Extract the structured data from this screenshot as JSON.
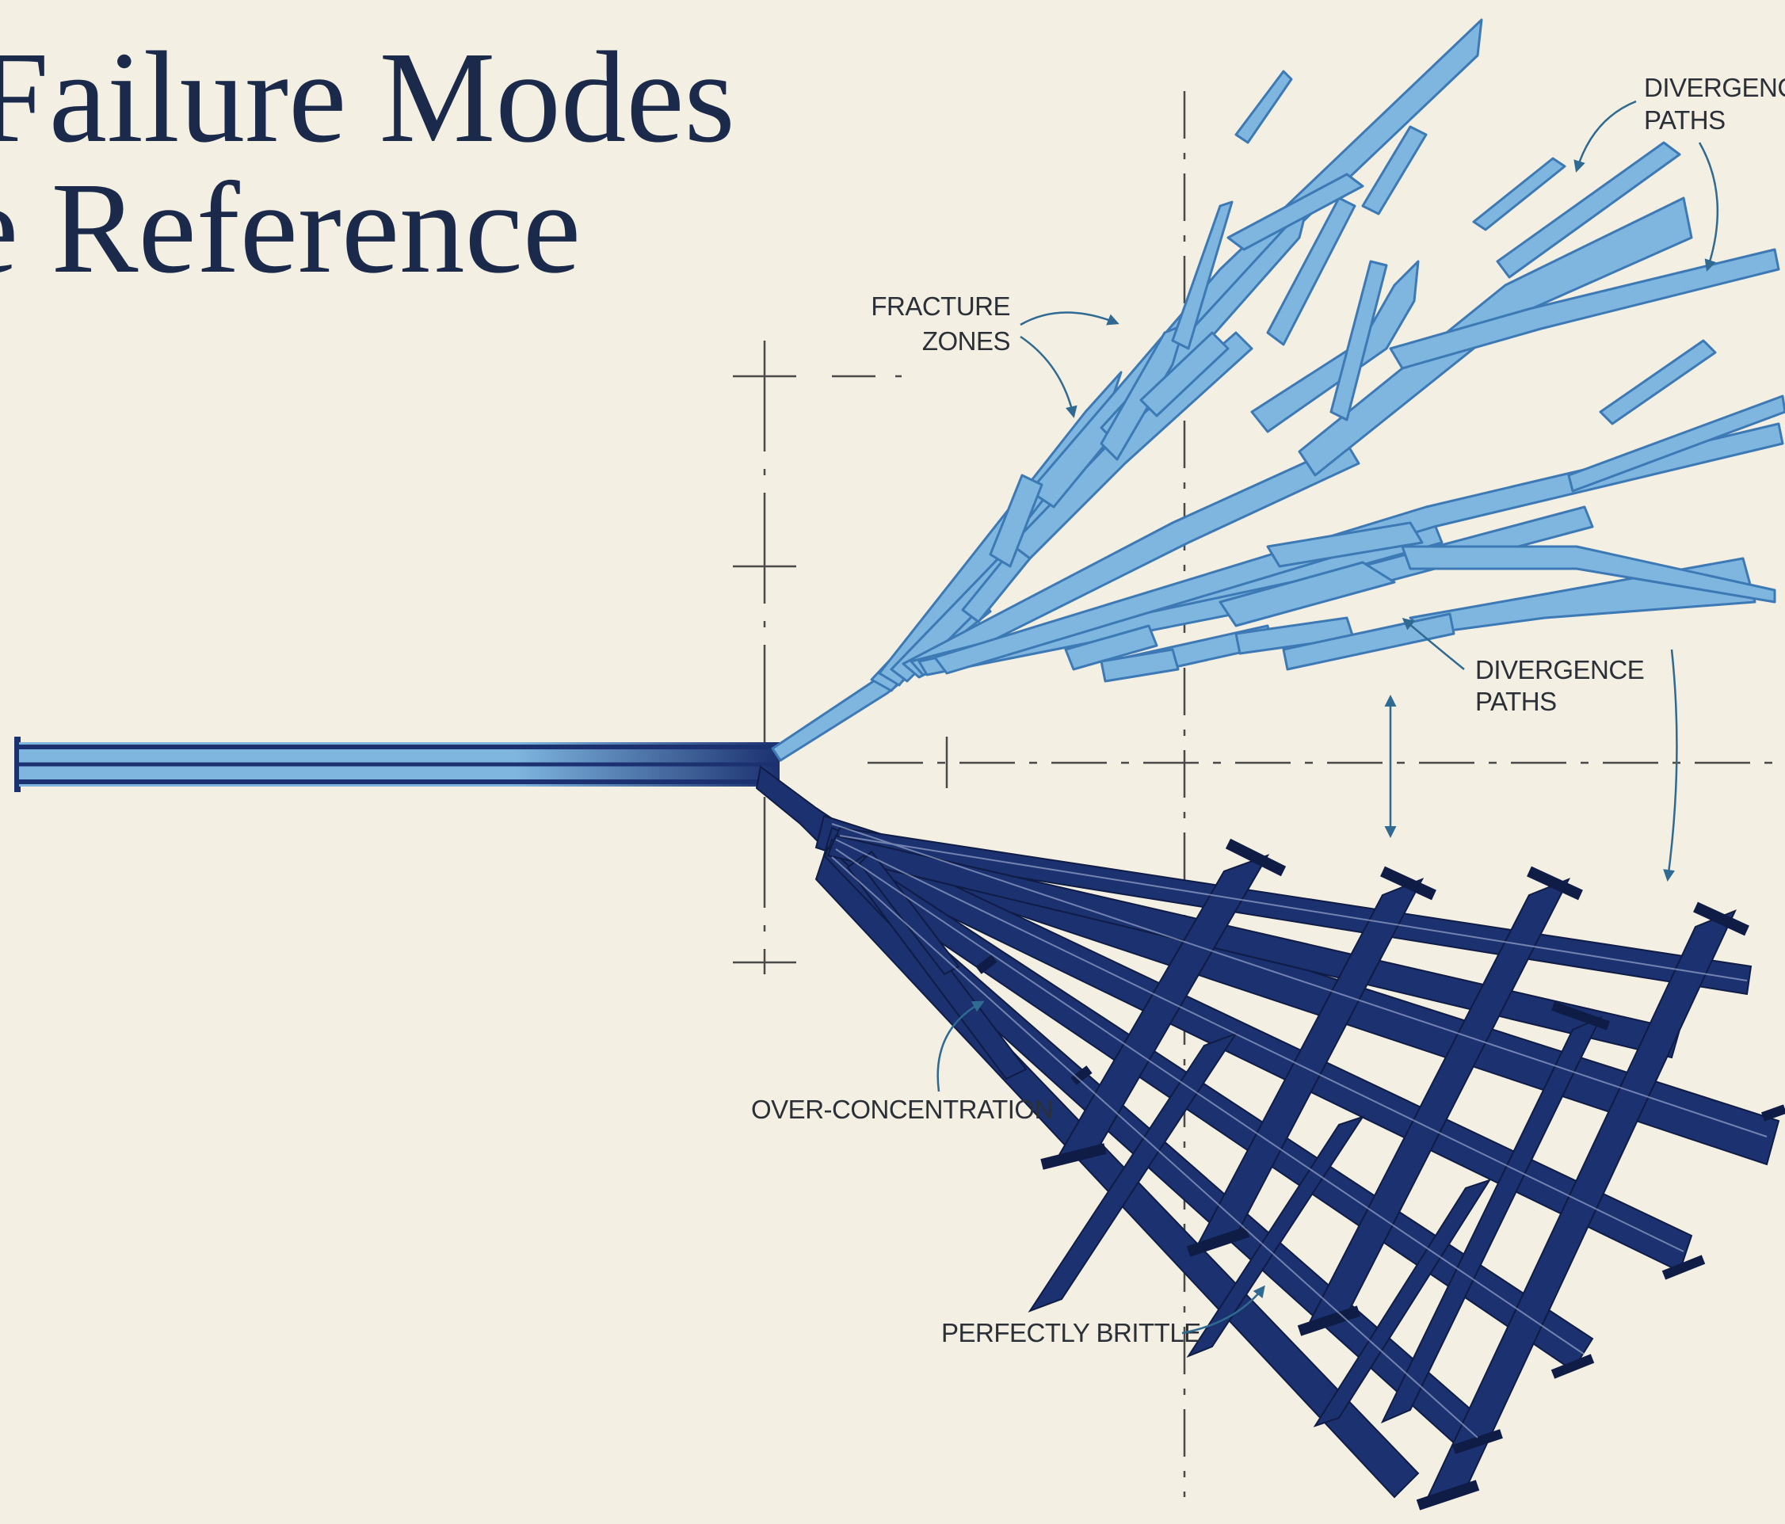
{
  "title": {
    "line1": "Failure Modes",
    "line2": "e Reference"
  },
  "labels": {
    "fracture_zones": [
      "FRACTURE",
      "ZONES"
    ],
    "divergence_top": [
      "DIVERGENCE",
      "PATHS"
    ],
    "divergence_mid": [
      "DIVERGENCE",
      "PATHS"
    ],
    "over_concentration": "OVER-CONCENTRATION",
    "perfectly_brittle": "PERFECTLY BRITTLE"
  },
  "colors": {
    "background": "#f3efe2",
    "title": "#1b2a4a",
    "fracture_blue": "#7fb6e0",
    "fracture_outline": "#3c79b5",
    "brittle_navy": "#1c3170",
    "annotation_arrow": "#2f6a92",
    "construction_line": "#4a4a4a"
  }
}
